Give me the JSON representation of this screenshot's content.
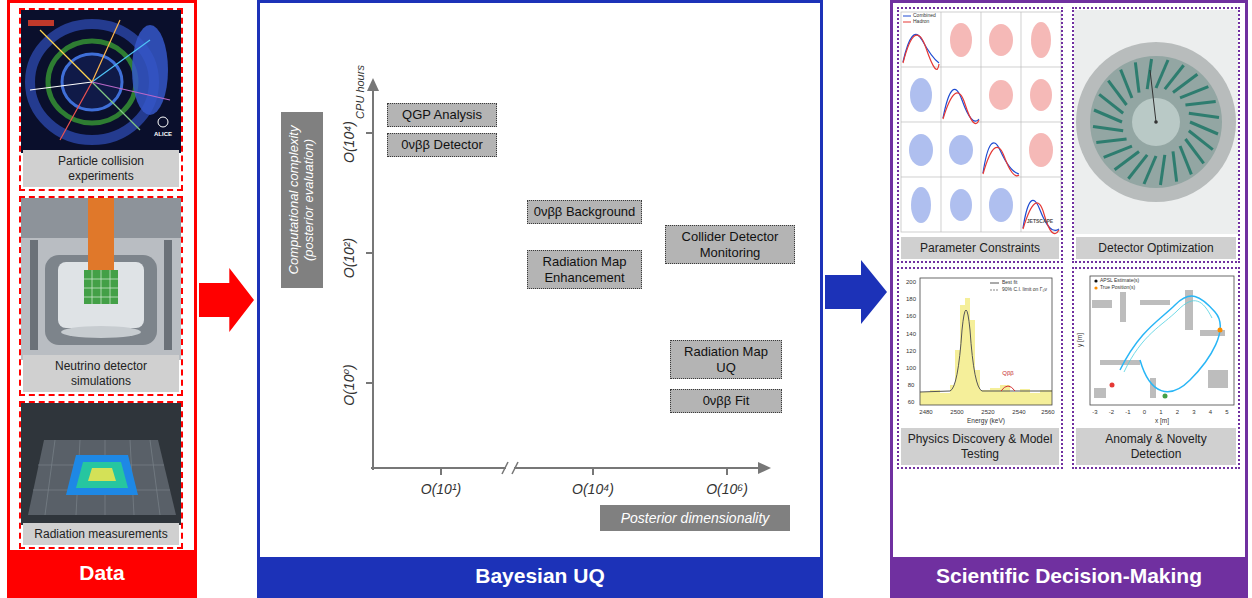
{
  "diagram": {
    "nodes": [
      {
        "text": [
          "Data"
        ]
      },
      {
        "text": [
          "Particle collision experiments"
        ],
        "in": 0
      },
      {
        "text": [
          "Neutrino detector simulations"
        ],
        "in": 0
      },
      {
        "text": [
          "Radiation measurements"
        ],
        "in": 0
      },
      {
        "text": [
          "Bayesian UQ"
        ]
      },
      {
        "text": [
          "Computational complexity (posterior evaluation)"
        ],
        "in": 4
      },
      {
        "text": [
          "QGP Analysis"
        ],
        "in": 4
      },
      {
        "text": [
          "0νββ Detector"
        ],
        "in": 4
      },
      {
        "text": [
          "0νββ Background"
        ],
        "in": 4
      },
      {
        "text": [
          "Radiation Map Enhancement"
        ],
        "in": 4
      },
      {
        "text": [
          "Collider Detector Monitoring"
        ],
        "in": 4
      },
      {
        "text": [
          "Radiation Map UQ"
        ],
        "in": 4
      },
      {
        "text": [
          "0νββ Fit"
        ],
        "in": 4
      },
      {
        "text": [
          "Posterior dimensionality"
        ],
        "in": 4
      },
      {
        "text": [
          "Scientific Decision-Making"
        ]
      },
      {
        "text": [
          "Parameter Constraints"
        ],
        "in": 14
      },
      {
        "text": [
          "Detector Optimization"
        ],
        "in": 14
      },
      {
        "text": [
          "Physics Discovery & Model Testing"
        ],
        "in": 14
      },
      {
        "text": [
          "Anomaly & Novelty Detection"
        ],
        "in": 14
      }
    ],
    "edges": [
      {
        "from": 0,
        "to": 4,
        "arrow": "to"
      },
      {
        "from": 4,
        "to": 14,
        "arrow": "to"
      }
    ],
    "labels": [
      "CPU hours",
      "O(10⁴)",
      "O(10²)",
      "O(10⁰)",
      "O(10¹)",
      "O(10⁴)",
      "O(10⁶)",
      "ALICE",
      "Combined",
      "Hadron",
      "JETSCAPE",
      "Best fit",
      "90% C.I. limit on Γ₀ν",
      "Qββ",
      "Energy (keV)",
      "2480",
      "2500",
      "2520",
      "2540",
      "2560",
      "200",
      "180",
      "160",
      "140",
      "120",
      "100",
      "80",
      "60",
      "APSL Estimate(s)",
      "True Position(s)",
      "x [m]",
      "y [m]",
      "-3",
      "-2",
      "-1",
      "0",
      "1",
      "2",
      "3",
      "4",
      "5"
    ]
  }
}
